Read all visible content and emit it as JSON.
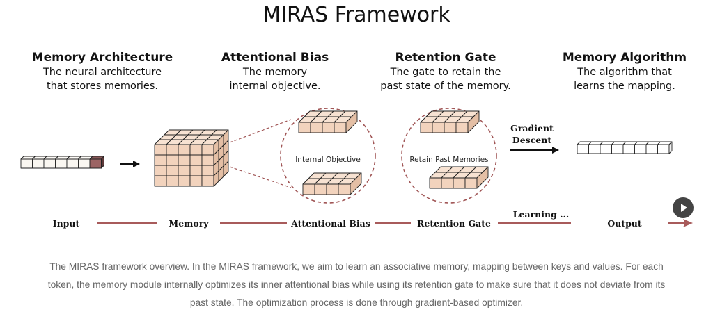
{
  "title": "MIRAS Framework",
  "columns": [
    {
      "heading": "Memory Architecture",
      "line1": "The neural architecture",
      "line2": "that stores memories."
    },
    {
      "heading": "Attentional Bias",
      "line1": "The memory",
      "line2": "internal objective."
    },
    {
      "heading": "Retention Gate",
      "line1": "The gate to retain the",
      "line2": "past state of the memory."
    },
    {
      "heading": "Memory Algorithm",
      "line1": "The algorithm that",
      "line2": "learns the mapping."
    }
  ],
  "diagram": {
    "internal_objective": "Internal Objective",
    "retain_past": "Retain Past Memories",
    "gradient_1": "Gradient",
    "gradient_2": "Descent"
  },
  "flow": {
    "input": "Input",
    "memory": "Memory",
    "attentional_bias": "Attentional Bias",
    "retention_gate": "Retention Gate",
    "learning": "Learning ...",
    "output": "Output"
  },
  "colors": {
    "cube_fill": "#f2d3bd",
    "cube_top": "#f7e2d2",
    "cube_side": "#e4bfa5",
    "accent": "#a85b5b",
    "dashed": "#a05555"
  },
  "play_icon": "play-icon",
  "caption": {
    "line1": "The MIRAS framework overview. In the MIRAS framework, we aim to learn an associative memory, mapping between keys and values. For each",
    "line2": "token, the memory module internally optimizes its inner attentional bias while using its retention gate to make sure that it does not deviate from its",
    "line3": "past state. The optimization process is done through gradient-based optimizer."
  }
}
